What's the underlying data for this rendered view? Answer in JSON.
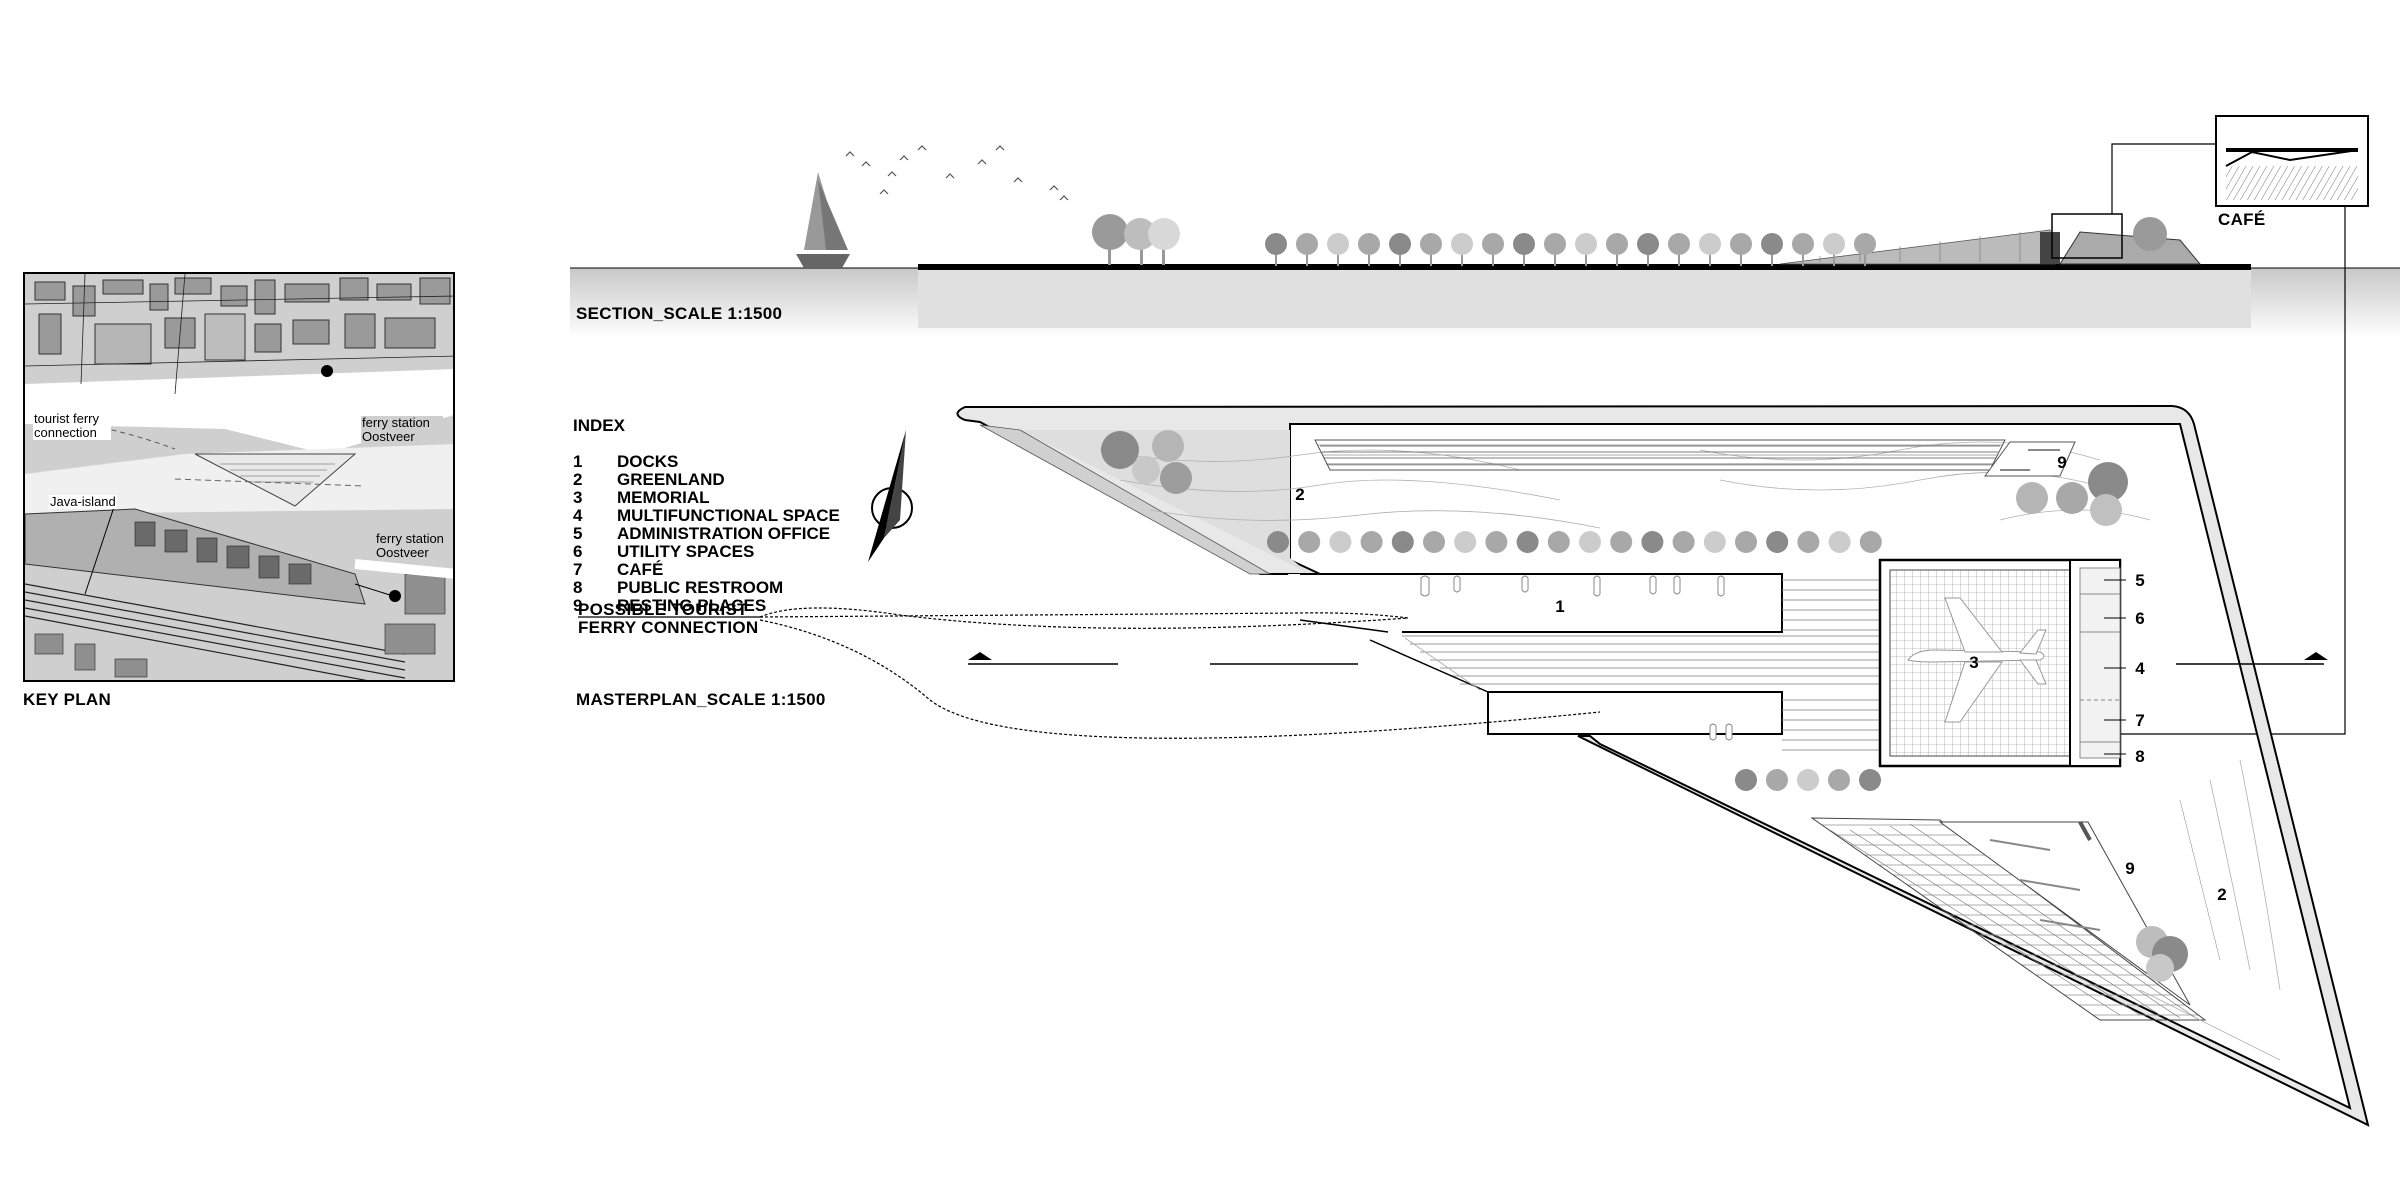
{
  "key_plan": {
    "title": "KEY PLAN",
    "labels": {
      "tourist_ferry": "tourist ferry connection",
      "ferry_top": "ferry station Oostveer",
      "java_island": "Java-island",
      "ferry_bottom": "ferry station Oostveer"
    }
  },
  "section": {
    "title": "SECTION_SCALE 1:1500",
    "cafe_label": "CAFÉ"
  },
  "index": {
    "title": "INDEX",
    "items": [
      {
        "num": "1",
        "name": "DOCKS"
      },
      {
        "num": "2",
        "name": "GREENLAND"
      },
      {
        "num": "3",
        "name": "MEMORIAL"
      },
      {
        "num": "4",
        "name": "MULTIFUNCTIONAL SPACE"
      },
      {
        "num": "5",
        "name": "ADMINISTRATION OFFICE"
      },
      {
        "num": "6",
        "name": "UTILITY SPACES"
      },
      {
        "num": "7",
        "name": "CAFÉ"
      },
      {
        "num": "8",
        "name": "PUBLIC RESTROOM"
      },
      {
        "num": "9",
        "name": "RESTING PLACES"
      }
    ]
  },
  "ferry_connection": {
    "line1": "POSSIBLE TOURIST",
    "line2": "FERRY CONNECTION"
  },
  "masterplan": {
    "title": "MASTERPLAN_SCALE 1:1500",
    "markers": {
      "docks": "1",
      "greenland_top": "2",
      "memorial": "3",
      "multifunctional": "4",
      "admin": "5",
      "utility": "6",
      "cafe": "7",
      "restroom": "8",
      "resting_top": "9",
      "resting_bottom": "9",
      "greenland_bottom": "2"
    }
  },
  "colors": {
    "ink": "#000000",
    "tree_dark": "#8a8a8a",
    "tree_mid": "#a8a8a8",
    "tree_light": "#cccccc",
    "ground": "#e6e6e6"
  }
}
